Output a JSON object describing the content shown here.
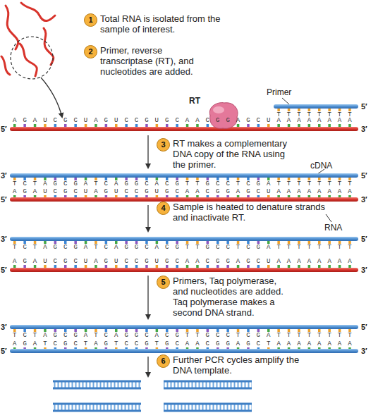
{
  "diagram": {
    "nodes": [
      {
        "text": [
          "1",
          "Total RNA is isolated from the sample of interest."
        ]
      },
      {
        "text": [
          "2",
          "Primer, reverse transcriptase (RT), and nucleotides are added."
        ]
      },
      {
        "text": [
          "RT"
        ]
      },
      {
        "text": [
          "3",
          "RT makes a complementary DNA copy of the RNA using the primer."
        ]
      },
      {
        "text": [
          "4",
          "Sample is heated to denature strands and inactivate RT."
        ]
      },
      {
        "text": [
          "5",
          "Primers, Taq polymerase, and nucleotides are added. Taq polymerase makes a second DNA strand."
        ]
      },
      {
        "text": [
          "6",
          "Further PCR cycles amplify the DNA template."
        ]
      }
    ],
    "labels": [
      "Primer",
      "5′",
      "TTTTTTTT",
      "AGAUCGCUAGUCCGUGCAACGGAGCUAAAAAAAA",
      "5′",
      "3′",
      "cDNA",
      "3′",
      "5′",
      "TCTAGCGATCAGGCACGTTGCCTCGATTTTTTTT",
      "AGAUCGCUAGUCCGUGCAACGGAGCUAAAAAAAA",
      "5′",
      "3′",
      "RNA",
      "3′",
      "5′",
      "TCTAGCGATCAGGCACGTTGCCTCGATTTTTTTT",
      "AGAUCGCUAGUCCGUGCAACGGAGCUAAAAAAAA",
      "5′",
      "3′",
      "3′",
      "5′",
      "TCTAGCGATCAGGCACGTTGCCTCGATTTTTTTT",
      "AGATCGCTAGTCCGTGCAACGGAGCTAAAAAAAA",
      "5′",
      "3′"
    ]
  }
}
